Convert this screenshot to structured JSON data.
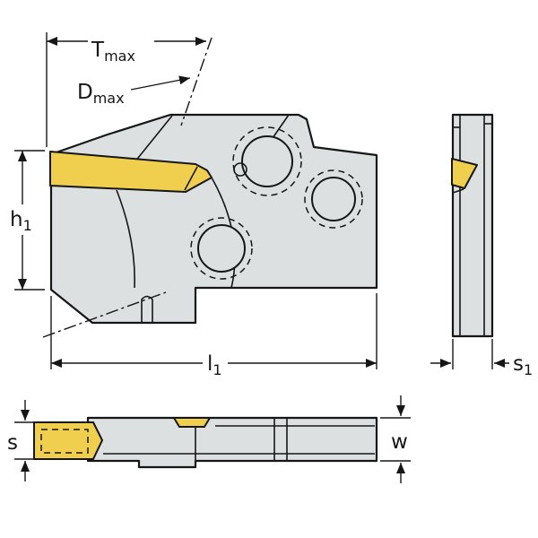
{
  "drawing": {
    "type": "technical-drawing",
    "description": "Grooving tool holder dimension drawing with front, side and bottom views",
    "views": {
      "front": "front-view",
      "side": "side-view",
      "bottom": "bottom-view"
    },
    "labels": {
      "tmax": {
        "base": "T",
        "sub": "max"
      },
      "dmax": {
        "base": "D",
        "sub": "max"
      },
      "h1": {
        "base": "h",
        "sub": "1"
      },
      "l1": {
        "base": "l",
        "sub": "1"
      },
      "s1": {
        "base": "s",
        "sub": "1"
      },
      "s": {
        "base": "s"
      },
      "w": {
        "base": "w"
      }
    },
    "colors": {
      "insert": "#F0CE4E",
      "body": "#DCE0E0",
      "line": "#161616",
      "background": "#FFFFFF"
    }
  }
}
